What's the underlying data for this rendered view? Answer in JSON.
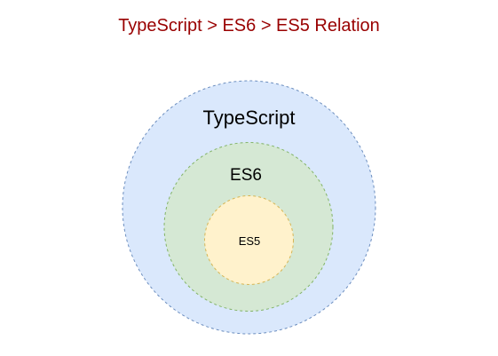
{
  "title": "TypeScript > ES6 > ES5 Relation",
  "sets": [
    {
      "label": "TypeScript",
      "fill": "#dae8fc",
      "stroke": "#6c8ebf"
    },
    {
      "label": "ES6",
      "fill": "#d5e8d4",
      "stroke": "#82b366"
    },
    {
      "label": "ES5",
      "fill": "#fff2cc",
      "stroke": "#d6b656"
    }
  ]
}
